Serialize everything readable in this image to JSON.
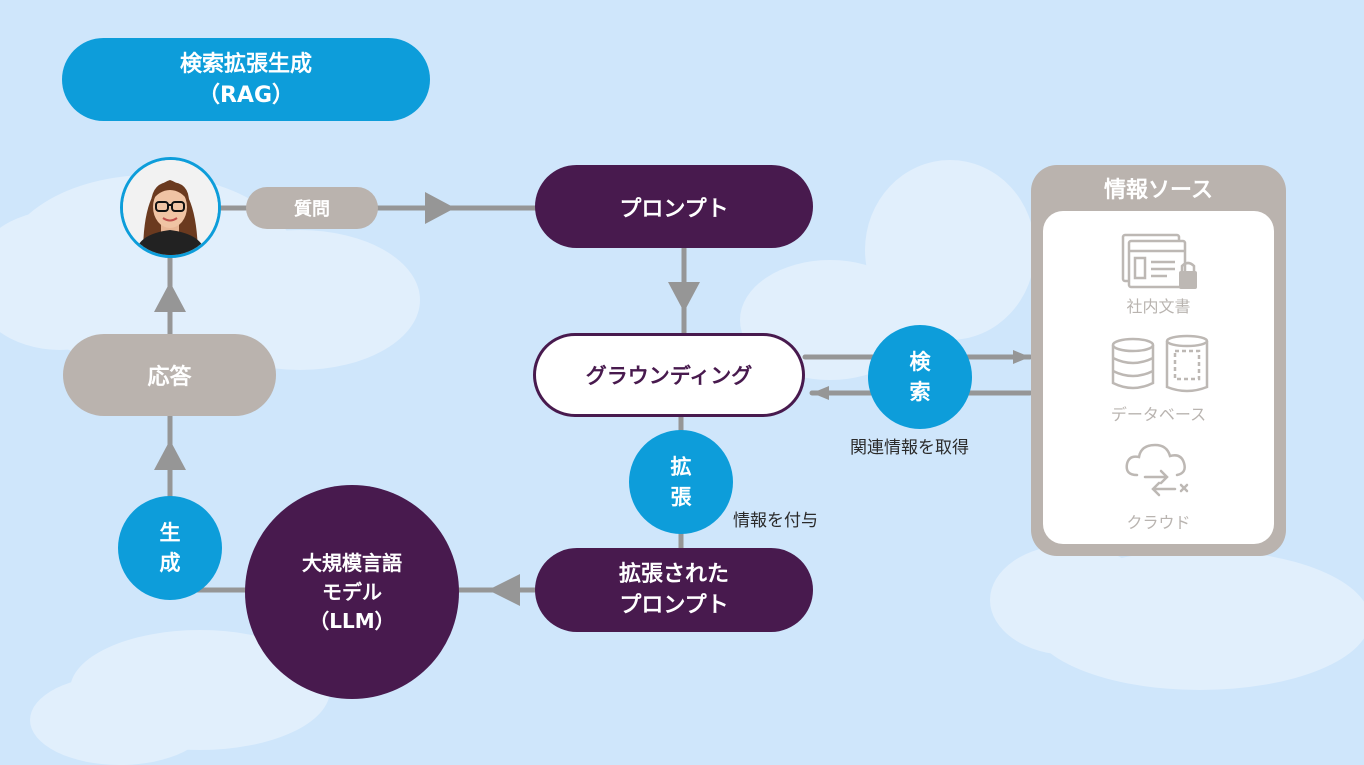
{
  "title": {
    "line1": "検索拡張生成",
    "line2": "（RAG）"
  },
  "nodes": {
    "question": "質問",
    "prompt": "プロンプト",
    "grounding": "グラウンディング",
    "search_line1": "検",
    "search_line2": "索",
    "augment_line1": "拡",
    "augment_line2": "張",
    "augmented_prompt_line1": "拡張された",
    "augmented_prompt_line2": "プロンプト",
    "llm_line1": "大規模言語",
    "llm_line2": "モデル",
    "llm_line3": "（LLM）",
    "generate_line1": "生",
    "generate_line2": "成",
    "answer": "応答"
  },
  "notes": {
    "retrieve": "関連情報を取得",
    "add_info": "情報を付与"
  },
  "sources": {
    "title": "情報ソース",
    "items": [
      {
        "label": "社内文書",
        "icon": "locked-document-icon"
      },
      {
        "label": "データベース",
        "icon": "database-icon"
      },
      {
        "label": "クラウド",
        "icon": "cloud-sync-icon"
      }
    ]
  },
  "colors": {
    "background": "#cfe6fb",
    "accent_blue": "#0d9dda",
    "dark_purple": "#481a4e",
    "grey": "#bab3ae",
    "connector": "#969696"
  }
}
